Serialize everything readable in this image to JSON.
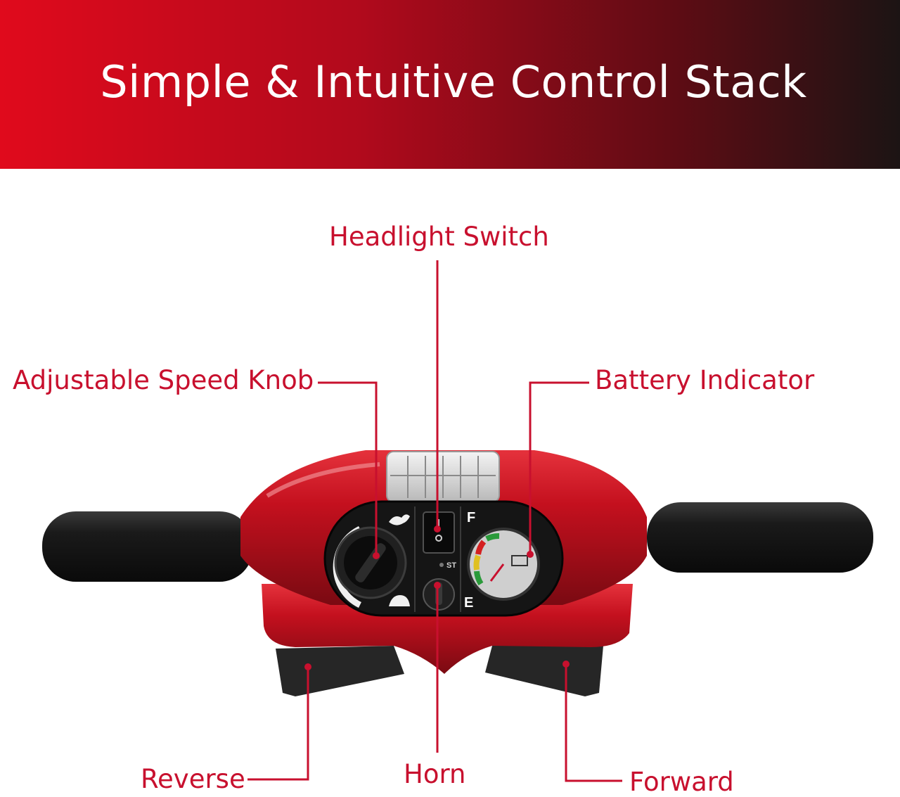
{
  "header": {
    "title": "Simple & Intuitive Control Stack"
  },
  "callouts": {
    "headlight": "Headlight Switch",
    "speed_knob": "Adjustable Speed Knob",
    "battery": "Battery Indicator",
    "reverse": "Reverse",
    "horn": "Horn",
    "forward": "Forward"
  },
  "panel_marks": {
    "full": "F",
    "empty": "E",
    "st": "ST"
  },
  "colors": {
    "accent": "#c8102e",
    "body_red": "#c4101e",
    "grip": "#151515",
    "banner_start": "#e00a1c",
    "banner_end": "#1c1414"
  }
}
